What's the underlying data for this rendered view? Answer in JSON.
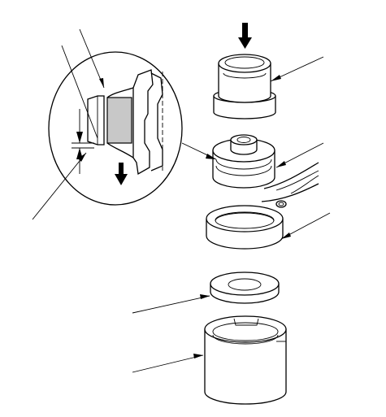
{
  "figure": {
    "title": "",
    "parts": [
      {
        "id": "driver-attachment"
      },
      {
        "id": "bushing-detail"
      },
      {
        "id": "connecting-rod"
      },
      {
        "id": "support-ring"
      },
      {
        "id": "spacer"
      },
      {
        "id": "base-tool"
      }
    ],
    "colors": {
      "ink": "#000000",
      "shaded": "#c8c8c8",
      "paper": "#ffffff"
    },
    "icons": [
      "press-arrow-icon",
      "down-arrow-icon",
      "dimension-arrow-icon"
    ]
  }
}
